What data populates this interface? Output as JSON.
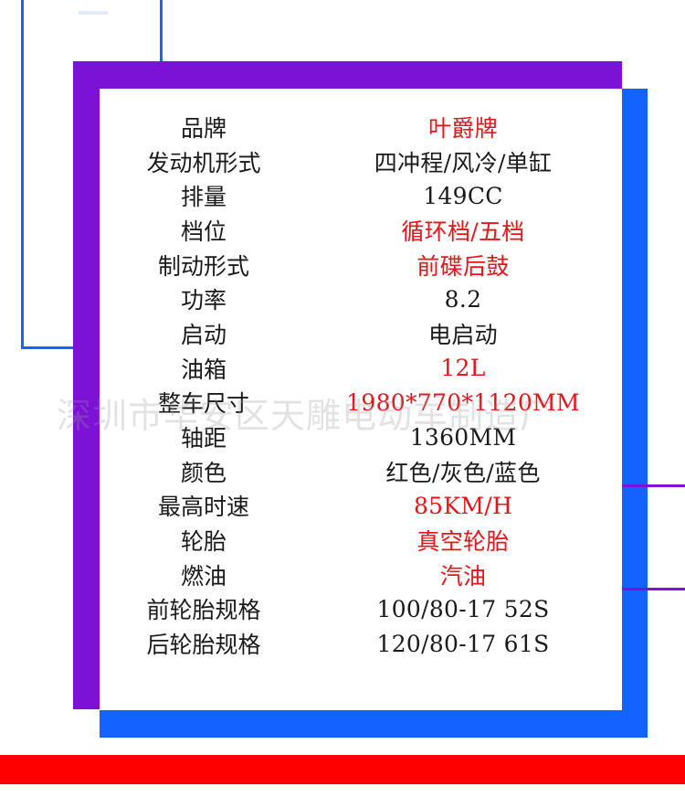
{
  "colors": {
    "label": "#1a1a1a",
    "accent_red": "#e8141a",
    "purple": "#7c12d6",
    "blue": "#1462ff",
    "bar_red": "#ff0000"
  },
  "specs": [
    {
      "label": "品牌",
      "value": "叶爵牌",
      "color": "#e8141a"
    },
    {
      "label": "发动机形式",
      "value": "四冲程/风冷/单缸",
      "color": "#1a1a1a"
    },
    {
      "label": "排量",
      "value": "149CC",
      "color": "#1a1a1a"
    },
    {
      "label": "档位",
      "value": "循环档/五档",
      "color": "#e8141a"
    },
    {
      "label": "制动形式",
      "value": "前碟后鼓",
      "color": "#e8141a"
    },
    {
      "label": "功率",
      "value": "8.2",
      "color": "#1a1a1a"
    },
    {
      "label": "启动",
      "value": "电启动",
      "color": "#1a1a1a"
    },
    {
      "label": "油箱",
      "value": "12L",
      "color": "#e8141a"
    },
    {
      "label": "整车尺寸",
      "value": "1980*770*1120MM",
      "color": "#e8141a"
    },
    {
      "label": "轴距",
      "value": "1360MM",
      "color": "#1a1a1a"
    },
    {
      "label": "颜色",
      "value": "红色/灰色/蓝色",
      "color": "#1a1a1a"
    },
    {
      "label": "最高时速",
      "value": "85KM/H",
      "color": "#e8141a"
    },
    {
      "label": "轮胎",
      "value": "真空轮胎",
      "color": "#e8141a"
    },
    {
      "label": "燃油",
      "value": "汽油",
      "color": "#e8141a"
    },
    {
      "label": "前轮胎规格",
      "value": "100/80-17 52S",
      "color": "#1a1a1a"
    },
    {
      "label": "后轮胎规格",
      "value": "120/80-17 61S",
      "color": "#1a1a1a"
    }
  ],
  "watermark": "深圳市华安区天雕电动车制造厂"
}
